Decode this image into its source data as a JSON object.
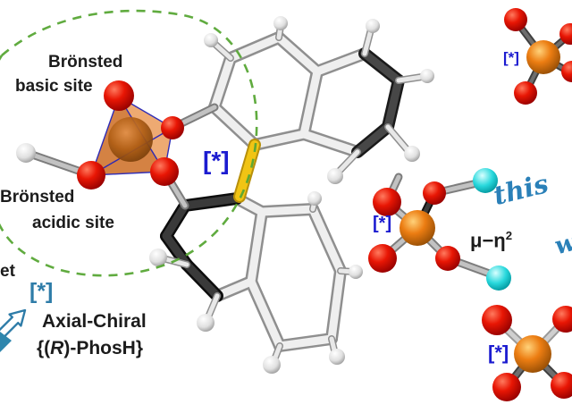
{
  "figure": {
    "labels": {
      "bronsted_basic_line1": "Brönsted",
      "bronsted_basic_line2": "basic site",
      "bronsted_acidic_line1": "Brönsted",
      "bronsted_acidic_line2": "acidic site",
      "pocket_fragment": "et",
      "chirality_marker": "[*]",
      "axial_marker": "[*]",
      "axial_line1": "Axial-Chiral",
      "axial_line2_open": "{(",
      "axial_line2_R": "R",
      "axial_line2_rest": ")-PhosH}",
      "marker_phosphate_top_right": "[*]",
      "marker_phosphate_middle": "[*]",
      "marker_phosphate_bottom_right": "[*]",
      "mu_eta": "μ−η",
      "mu_eta_sup": "2",
      "script_word": "this",
      "script_fragment": "w"
    },
    "colors": {
      "background": "#ffffff",
      "dashed_ellipse_green": "#57a635",
      "marker_blue": "#1c1cd0",
      "axial_marker_steel_blue": "#2e7ca8",
      "script_blue": "#2a80b8",
      "text_black": "#1c1c1c",
      "oxygen_red": "#e31000",
      "phosphorus_orange": "#ec7d12",
      "acidic_hydrogen_cyan": "#28d8dc",
      "axial_bond_yellow": "#f1c414",
      "tetrahedron_face_orange": "#cd6c22",
      "tetrahedron_edge_blue": "#2525b8"
    }
  }
}
